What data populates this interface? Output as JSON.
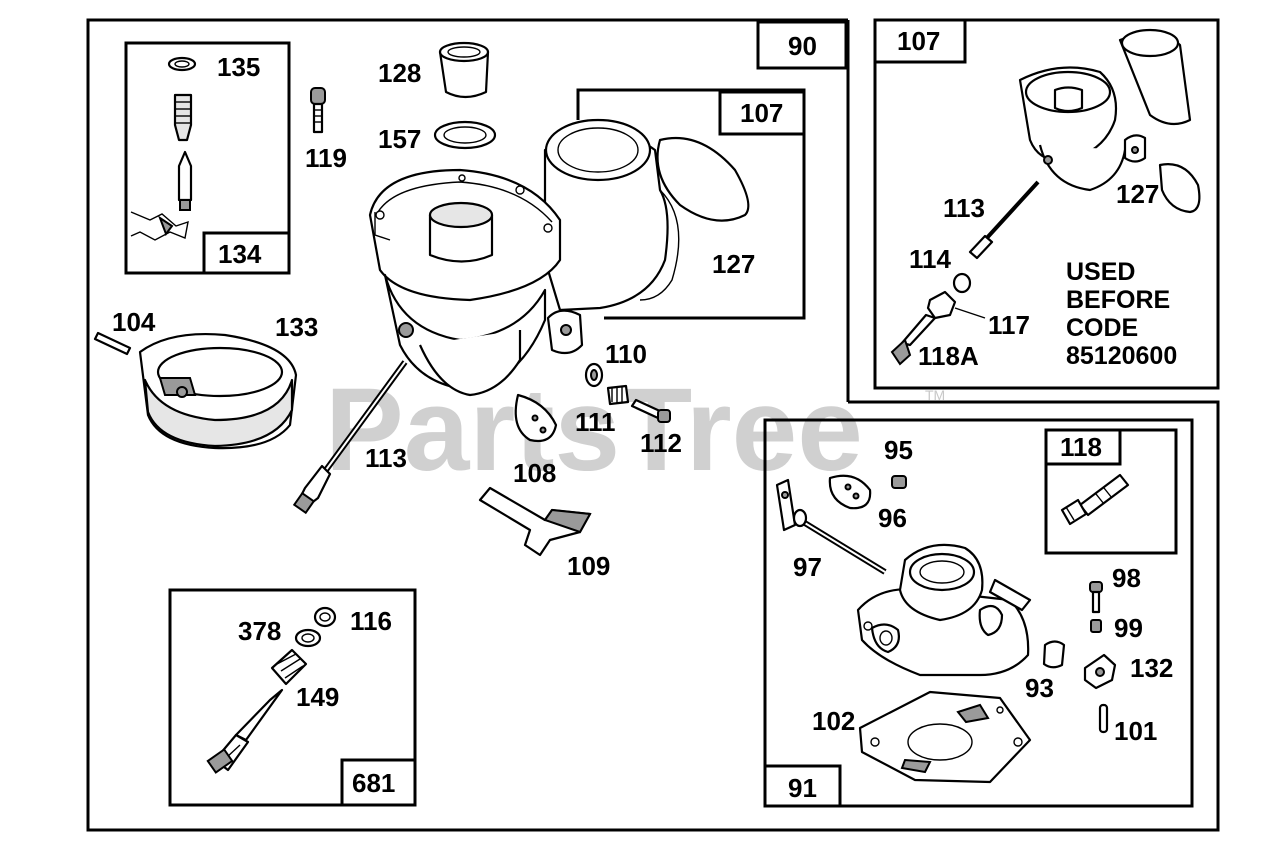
{
  "watermark": {
    "text": "PartsTree",
    "tm": "TM"
  },
  "callouts": {
    "c90": "90",
    "c107a": "107",
    "c107b": "107",
    "c134": "134",
    "c135": "135",
    "c128": "128",
    "c157": "157",
    "c119": "119",
    "c127a": "127",
    "c127b": "127",
    "c104": "104",
    "c133": "133",
    "c113a": "113",
    "c113b": "113",
    "c110": "110",
    "c111": "111",
    "c112": "112",
    "c108": "108",
    "c109": "109",
    "c114": "114",
    "c117": "117",
    "c118a": "118A",
    "c95": "95",
    "c96": "96",
    "c97": "97",
    "c118": "118",
    "c98": "98",
    "c99": "99",
    "c132": "132",
    "c93": "93",
    "c101": "101",
    "c102": "102",
    "c91": "91",
    "c378": "378",
    "c116": "116",
    "c149": "149",
    "c681": "681"
  },
  "note": {
    "line1": "USED",
    "line2": "BEFORE",
    "line3": "CODE",
    "line4": "85120600"
  }
}
